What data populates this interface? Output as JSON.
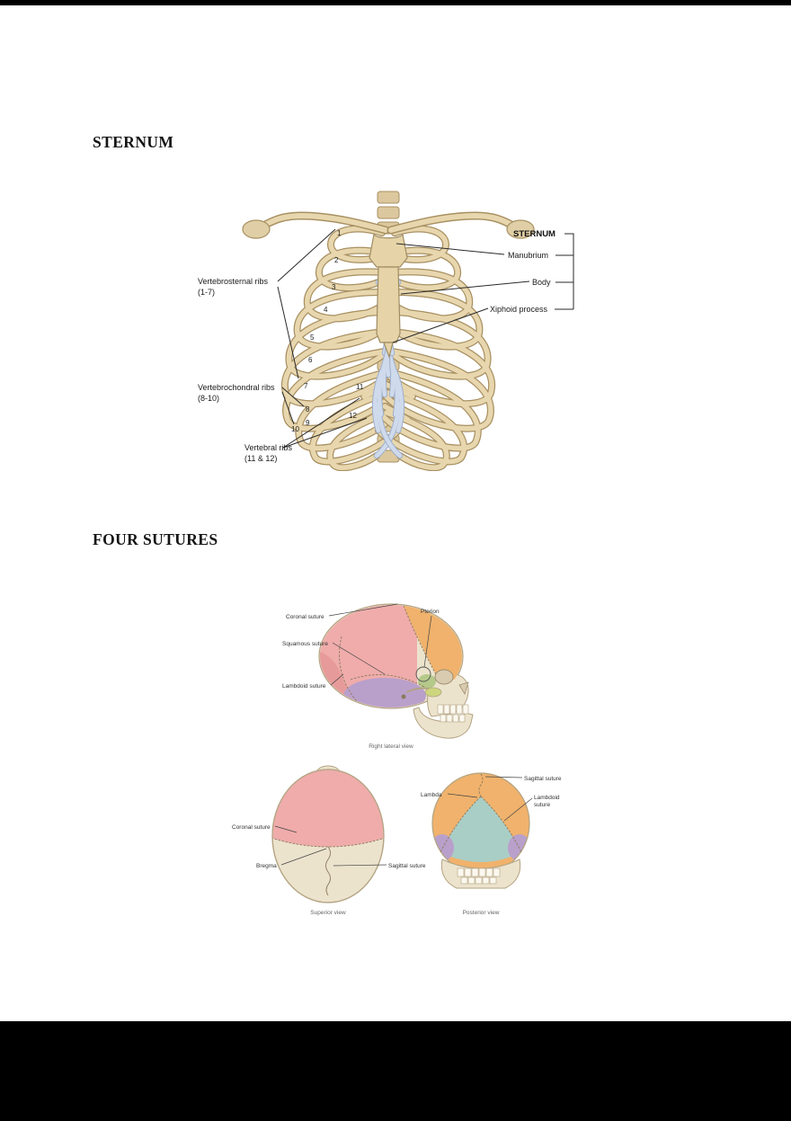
{
  "headings": {
    "sternum": "STERNUM",
    "four_sutures": "FOUR SUTURES"
  },
  "sternum_figure": {
    "labels": {
      "vertebrosternal_1": "Vertebrosternal ribs",
      "vertebrosternal_2": "(1-7)",
      "vertebrochondral_1": "Vertebrochondral ribs",
      "vertebrochondral_2": "(8-10)",
      "vertebral_1": "Vertebral ribs",
      "vertebral_2": "(11 & 12)",
      "sternum_title": "STERNUM",
      "manubrium": "Manubrium",
      "body": "Body",
      "xiphoid": "Xiphoid process"
    },
    "rib_numbers": [
      "1",
      "2",
      "3",
      "4",
      "5",
      "6",
      "7",
      "8",
      "9",
      "10",
      "11",
      "12"
    ],
    "colors": {
      "bone": "#e8d7ae",
      "bone_outline": "#a89062",
      "cartilage": "#cfdaec",
      "cartilage_outline": "#9fb0cc",
      "spine": "#dcc89e"
    }
  },
  "sutures_figure": {
    "lateral": {
      "caption": "Right lateral view",
      "labels": {
        "coronal": "Coronal suture",
        "squamous": "Squamous suture",
        "lambdoid": "Lambdoid suture",
        "pterion": "Pterion"
      }
    },
    "superior": {
      "caption": "Superior view",
      "labels": {
        "coronal": "Coronal suture",
        "bregma": "Bregma",
        "sagittal": "Sagittal suture"
      }
    },
    "posterior": {
      "caption": "Posterior view",
      "labels": {
        "lambda": "Lambda",
        "sagittal": "Sagittal suture",
        "lambdoid_1": "Lambdoid",
        "lambdoid_2": "suture"
      }
    },
    "colors": {
      "bone": "#ece3cd",
      "bone_outline": "#b3a382",
      "frontal": "#f0b26c",
      "parietal": "#efacab",
      "occipital_lateral": "#e79a9a",
      "temporal": "#b9a0cb",
      "sphenoid": "#b5c98a",
      "zygomatic": "#cdd67e",
      "occipital_posterior": "#a9cec6",
      "suture_line": "#8a7a5e"
    }
  }
}
